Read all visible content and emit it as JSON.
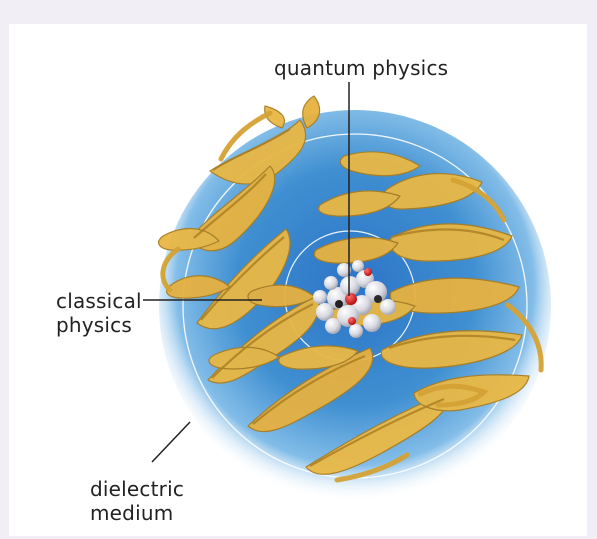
{
  "labels": {
    "quantum": "quantum physics",
    "classical": "classical\nphysics",
    "dielectric": "dielectric\nmedium"
  },
  "colors": {
    "page_background": "#f1eef6",
    "panel_background": "#ffffff",
    "medium_blue": "#3e8fd0",
    "ribbon_gold": "#e8b744",
    "ribbon_shadow": "#a97d21",
    "region_circle": "#ffffff",
    "leader_line": "#222222",
    "atom_white": "#e9e9ef",
    "atom_red": "#d62a2a",
    "atom_dark": "#222222"
  },
  "icons": {
    "protein": "protein-ribbon-illustration",
    "molecule": "ligand-ball-cluster"
  }
}
